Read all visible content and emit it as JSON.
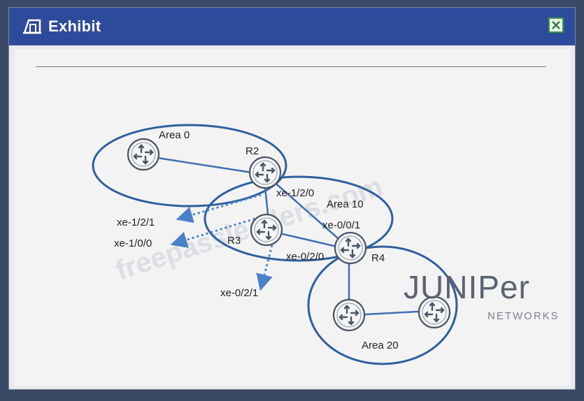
{
  "window": {
    "title": "Exhibit"
  },
  "icons": {
    "title_icon": "exhibit-icon",
    "close_icon": "close-icon"
  },
  "colors": {
    "titlebar": "#2e4a9a",
    "area_border": "#2f5f9e",
    "link": "#3f6fb0",
    "dotted_link": "#4a82c8",
    "router_ring": "#4d5563"
  },
  "diagram": {
    "areas": {
      "area0": "Area 0",
      "area10": "Area 10",
      "area20": "Area 20"
    },
    "routers": {
      "r2": "R2",
      "r3": "R3",
      "r4": "R4"
    },
    "interfaces": {
      "r2_xe120": "xe-1/2/0",
      "r3_xe121": "xe-1/2/1",
      "r3_xe100": "xe-1/0/0",
      "r3_xe021": "xe-0/2/1",
      "r4_xe001": "xe-0/0/1",
      "r4_xe020": "xe-0/2/0"
    }
  },
  "watermark": {
    "text": "freepassleaders.com"
  },
  "logo": {
    "brand": "JUNIPer",
    "sub": "NETWORKS"
  }
}
